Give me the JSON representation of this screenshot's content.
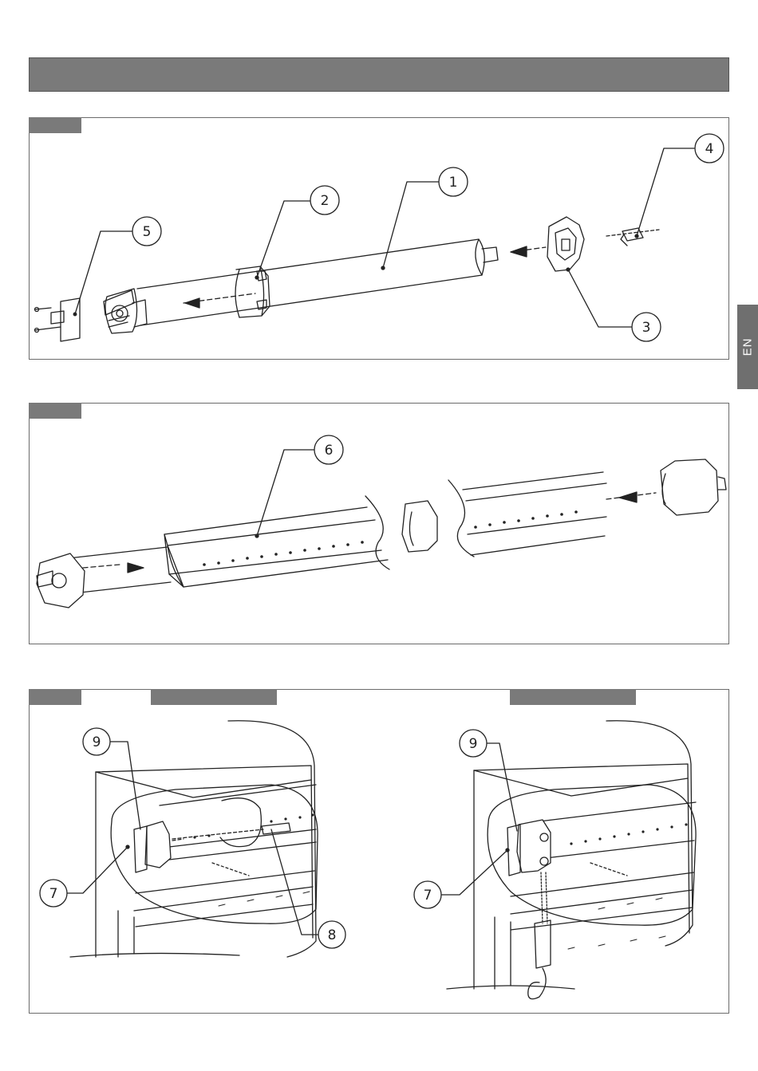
{
  "language_tab": "EN",
  "callouts": {
    "c1": "1",
    "c2": "2",
    "c3": "3",
    "c4": "4",
    "c5": "5",
    "c6": "6",
    "c7a": "7",
    "c8": "8",
    "c9a": "9",
    "c7b": "7",
    "c9b": "9"
  },
  "colors": {
    "header": "#7a7a7a",
    "tab": "#7a7a7a",
    "line": "#222222",
    "frame": "#6b6b6b"
  }
}
